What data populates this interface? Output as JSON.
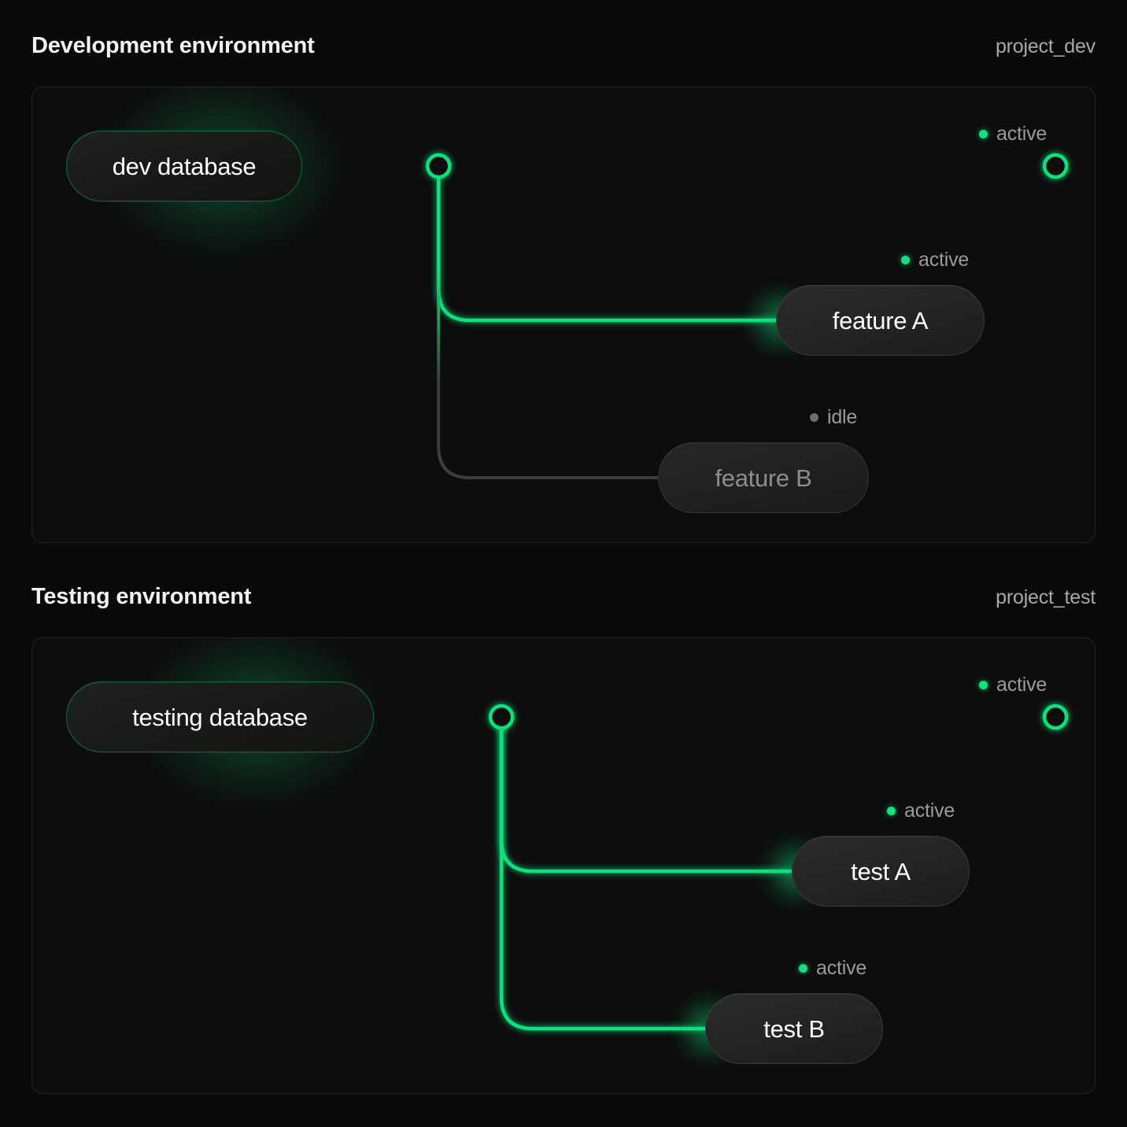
{
  "theme": {
    "page_background": "#0a0a0a",
    "card_background": "#0d0d0d",
    "card_border": "#262628",
    "accent_green": "#10e07d",
    "idle_gray": "#3d3d3d",
    "text_primary": "#f2f2f2",
    "text_muted": "#9b9b9b"
  },
  "sections": [
    {
      "title": "Development environment",
      "project": "project_dev",
      "database": {
        "label": "dev database",
        "state": "active"
      },
      "trunk_status": {
        "label": "active",
        "state": "active"
      },
      "branches": [
        {
          "label": "feature A",
          "status": "active",
          "state": "active"
        },
        {
          "label": "feature B",
          "status": "idle",
          "state": "idle"
        }
      ]
    },
    {
      "title": "Testing environment",
      "project": "project_test",
      "database": {
        "label": "testing database",
        "state": "active"
      },
      "trunk_status": {
        "label": "active",
        "state": "active"
      },
      "branches": [
        {
          "label": "test A",
          "status": "active",
          "state": "active"
        },
        {
          "label": "test B",
          "status": "active",
          "state": "active"
        }
      ]
    }
  ]
}
